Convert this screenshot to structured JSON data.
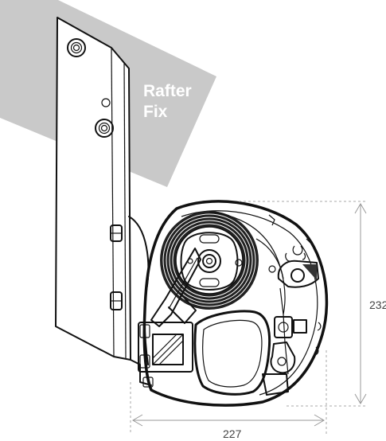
{
  "labels": {
    "rafter_line1": "Rafter",
    "rafter_line2": "Fix"
  },
  "dimensions": {
    "height": "232",
    "width": "227"
  },
  "colors": {
    "rafter_fill": "#c9c9c9",
    "mount_fill": "#ffffff",
    "outline": "#111111",
    "dimension": "#999999"
  }
}
